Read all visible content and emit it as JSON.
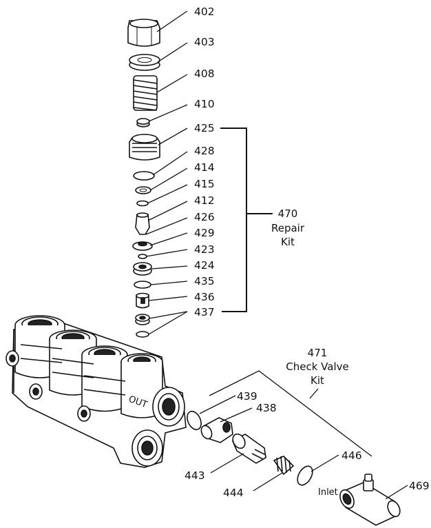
{
  "part_labels": {
    "p402": "402",
    "p403": "403",
    "p408": "408",
    "p410": "410",
    "p425": "425",
    "p428": "428",
    "p414": "414",
    "p415": "415",
    "p412": "412",
    "p426": "426",
    "p429": "429",
    "p423": "423",
    "p424": "424",
    "p435": "435",
    "p436": "436",
    "p437": "437",
    "p439": "439",
    "p438": "438",
    "p443": "443",
    "p444": "444",
    "p446": "446",
    "p469": "469"
  },
  "repair_kit": {
    "number": "470",
    "line1": "Repair",
    "line2": "Kit"
  },
  "check_valve_kit": {
    "number": "471",
    "line1": "Check Valve",
    "line2": "Kit"
  },
  "inlet_label": "Inlet",
  "manifold_stamp": "OUT"
}
